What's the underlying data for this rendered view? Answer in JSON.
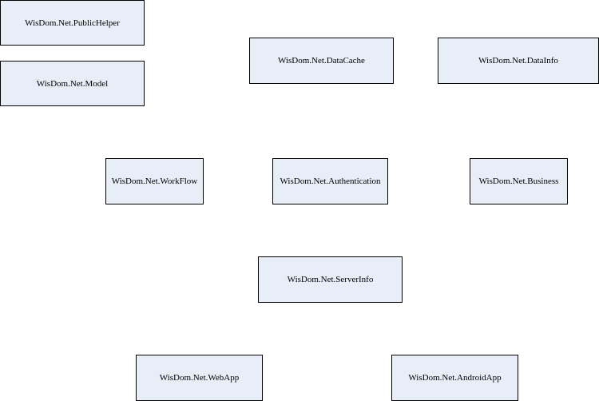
{
  "diagram": {
    "node_fill": "#e8eef8",
    "node_border": "#000000",
    "nodes": [
      {
        "id": "public-helper",
        "label": "WisDom.Net.PublicHelper"
      },
      {
        "id": "model",
        "label": "WisDom.Net.Model"
      },
      {
        "id": "data-cache",
        "label": "WisDom.Net.DataCache"
      },
      {
        "id": "data-info",
        "label": "WisDom.Net.DataInfo"
      },
      {
        "id": "workflow",
        "label": "WisDom.Net.WorkFlow"
      },
      {
        "id": "authentication",
        "label": "WisDom.Net.Authentication"
      },
      {
        "id": "business",
        "label": "WisDom.Net.Business"
      },
      {
        "id": "server-info",
        "label": "WisDom.Net.ServerInfo"
      },
      {
        "id": "web-app",
        "label": "WisDom.Net.WebApp"
      },
      {
        "id": "android-app",
        "label": "WisDom.Net.AndroidApp"
      }
    ]
  }
}
